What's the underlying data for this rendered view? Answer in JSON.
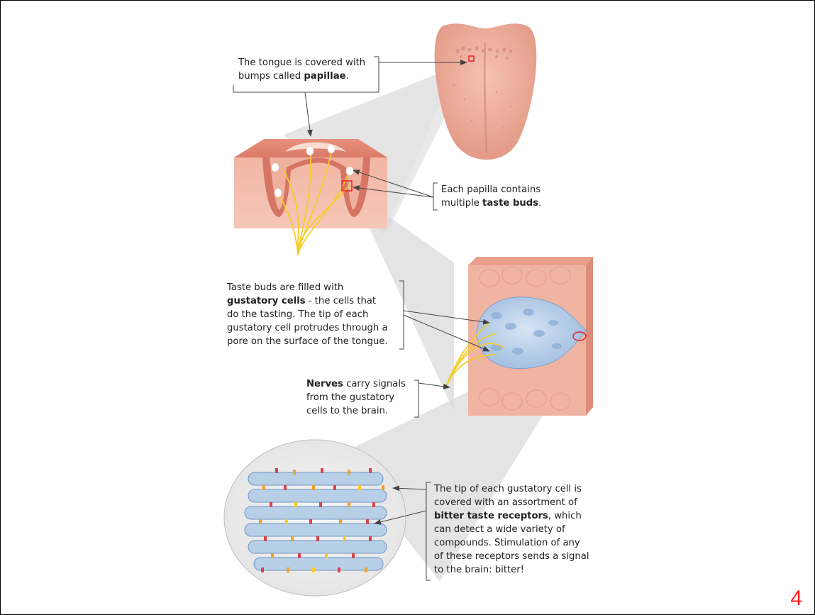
{
  "callouts": {
    "papillae": {
      "text": "The tongue is covered with",
      "text2_plain": "bumps called ",
      "text2_bold": "papillae",
      "text2_tail": "."
    },
    "taste_buds": {
      "line1": "Each papilla contains",
      "plain": "multiple ",
      "bold": "taste buds",
      "tail": "."
    },
    "gustatory": {
      "line1": "Taste buds are filled with",
      "bold": "gustatory cells",
      "line2_tail": " - the cells that",
      "line3": "do the tasting. The tip of each",
      "line4": "gustatory cell protrudes through a",
      "line5": "pore on the surface of the tongue."
    },
    "nerves": {
      "bold": "Nerves",
      "line1_tail": " carry signals",
      "line2": "from the gustatory",
      "line3": "cells to the brain."
    },
    "receptors": {
      "line1": "The tip of each gustatory cell is",
      "line2": "covered with an assortment of",
      "bold": "bitter taste receptors",
      "line3_tail": ", which",
      "line4": "can detect a wide variety of",
      "line5": "compounds. Stimulation of any",
      "line6": "of these receptors sends a signal",
      "line7": "to the brain: bitter!"
    }
  },
  "page_number": "4",
  "colors": {
    "tongue": "#eeaa98",
    "tissue": "#f0b4a2",
    "cell_blue": "#b8cfe8",
    "nerve": "#f4c400",
    "callout_box": "#e8202a"
  }
}
